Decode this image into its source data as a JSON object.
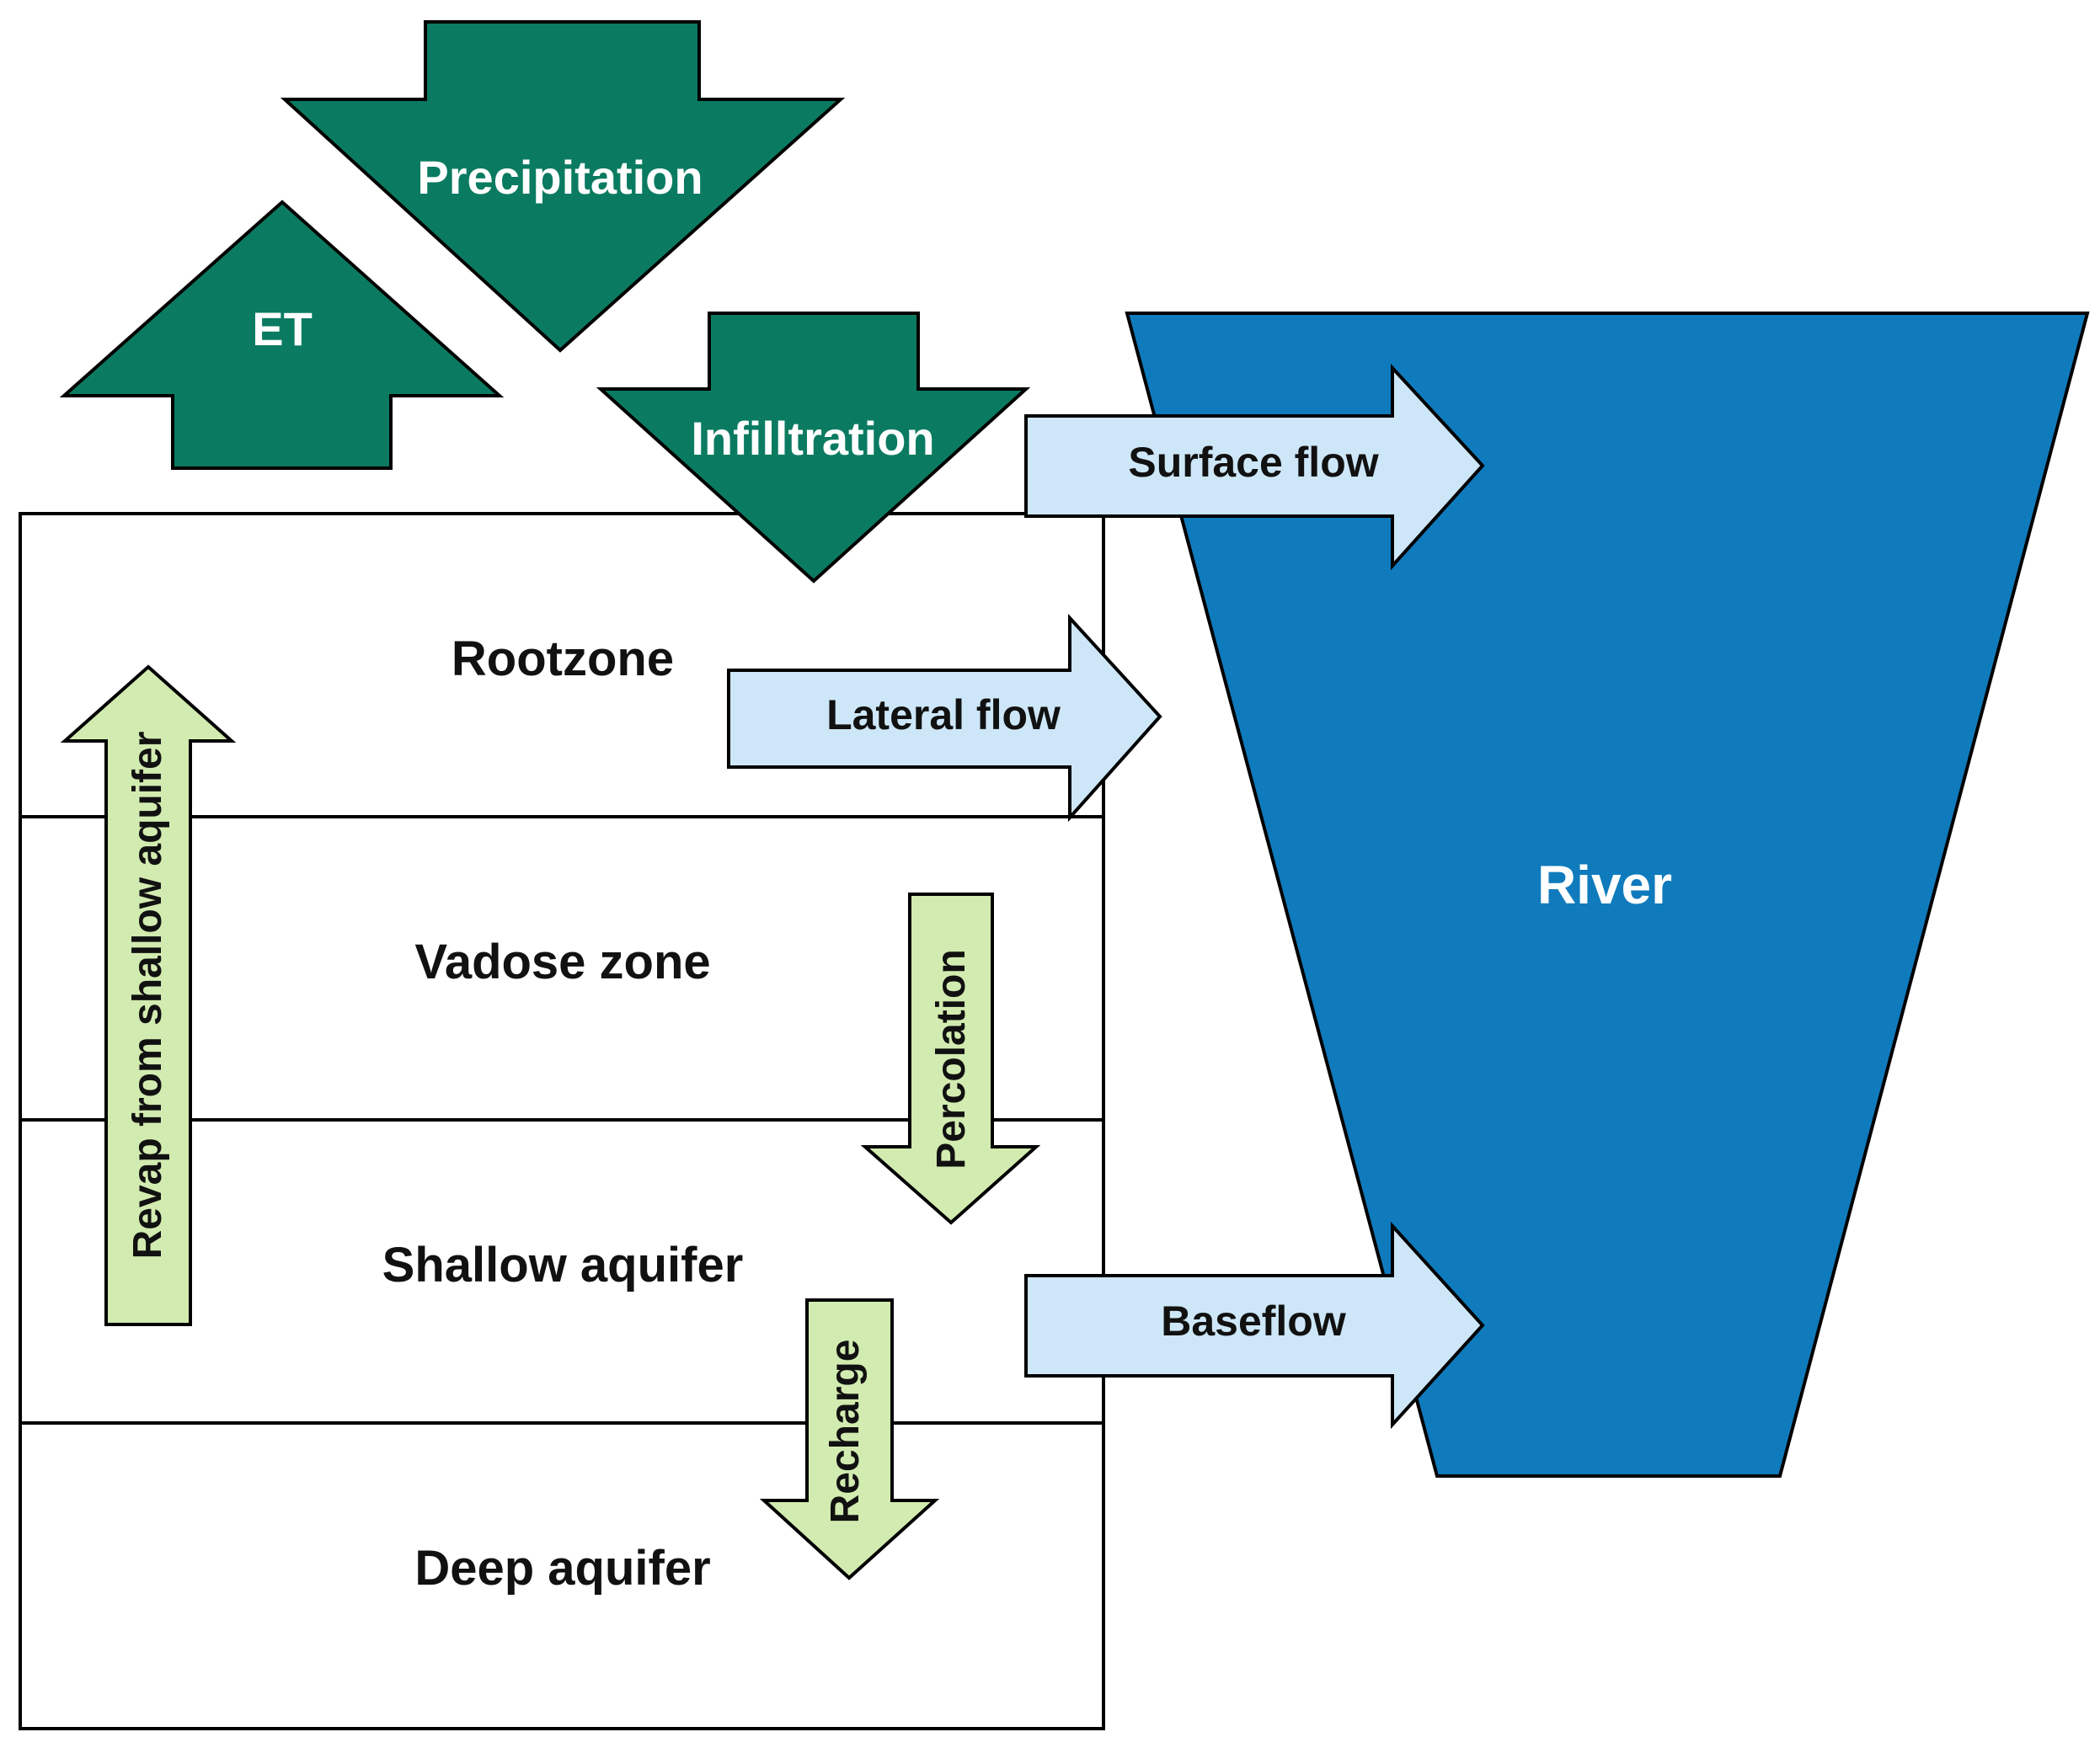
{
  "colors": {
    "dark_green": "#0a7b61",
    "river_blue": "#0f7bbd",
    "light_blue": "#cde7f8",
    "light_green": "#d2ebb0",
    "outline": "#000000"
  },
  "atmosphere": {
    "precipitation": "Precipitation",
    "et": "ET",
    "infiltration": "Infilltration"
  },
  "zones": {
    "rootzone": "Rootzone",
    "vadose": "Vadose zone",
    "shallow": "Shallow aquifer",
    "deep": "Deep aquifer"
  },
  "flows": {
    "surface": "Surface flow",
    "lateral": "Lateral flow",
    "baseflow": "Baseflow",
    "percolation": "Percolation",
    "recharge": "Recharge",
    "revap": "Revap from shallow aquifer"
  },
  "river": {
    "label": "River"
  }
}
